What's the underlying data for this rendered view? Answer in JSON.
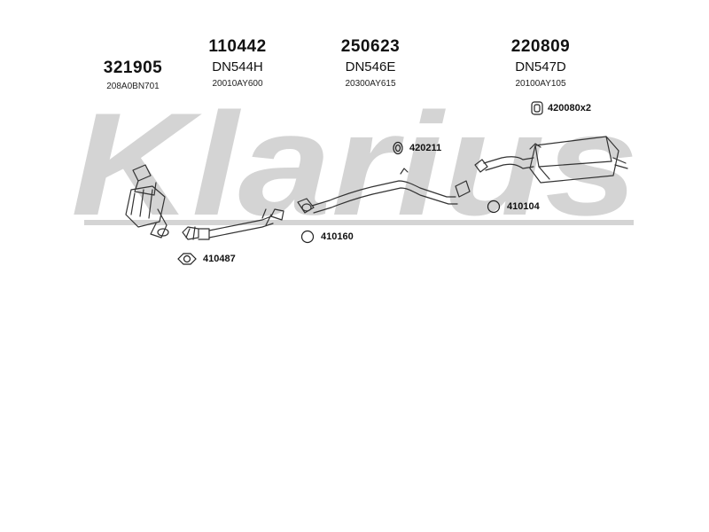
{
  "brand": {
    "watermark": "Klarius"
  },
  "parts": [
    {
      "number": "321905",
      "code": "",
      "ref": "208A0BN701"
    },
    {
      "number": "110442",
      "code": "DN544H",
      "ref": "20010AY600"
    },
    {
      "number": "250623",
      "code": "DN546E",
      "ref": "20300AY615"
    },
    {
      "number": "220809",
      "code": "DN547D",
      "ref": "20100AY105"
    }
  ],
  "callouts": {
    "c420080": "420080x2",
    "c420211": "420211",
    "c410104": "410104",
    "c410160": "410160",
    "c410487": "410487"
  },
  "colors": {
    "watermark": "#d4d4d4",
    "line": "#333333",
    "text": "#111111"
  },
  "icons": {
    "rubber-mount": "rounded-rect hanger",
    "ring-mount": "oval ring hanger",
    "gasket": "round ring gasket",
    "flange-gasket": "diamond flange gasket"
  }
}
